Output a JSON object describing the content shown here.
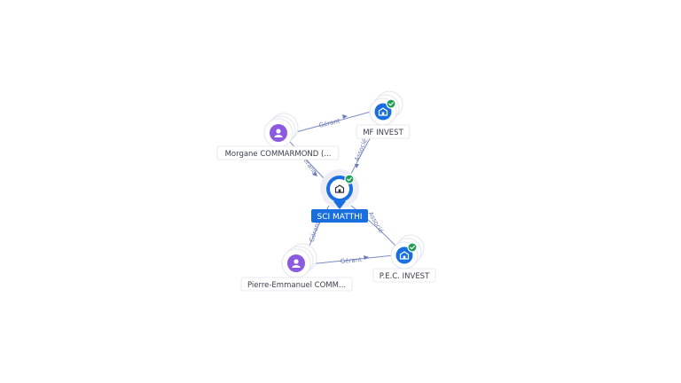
{
  "nodes": {
    "center": {
      "label": "SCI MATTHI",
      "type": "company",
      "verified": true,
      "icon": "building-icon"
    },
    "mf_invest": {
      "label": "MF INVEST",
      "type": "company",
      "verified": true,
      "icon": "building-icon"
    },
    "pec_invest": {
      "label": "P.E.C. INVEST",
      "type": "company",
      "verified": true,
      "icon": "building-icon"
    },
    "morgane": {
      "label": "Morgane COMMARMOND (...",
      "type": "person",
      "icon": "person-icon"
    },
    "pierre": {
      "label": "Pierre-Emmanuel COMM...",
      "type": "person",
      "icon": "person-icon"
    }
  },
  "edges": {
    "morgane_mf": "Gérant",
    "morgane_center": "Gérant",
    "mf_center": "Associé",
    "pierre_center": "Gérant",
    "pierre_pec": "Gérant",
    "pec_center": "Associé"
  },
  "colors": {
    "company": "#1a6fe0",
    "person": "#8c5ae0",
    "verified": "#1f9d57",
    "edge": "#7d8cc4"
  }
}
